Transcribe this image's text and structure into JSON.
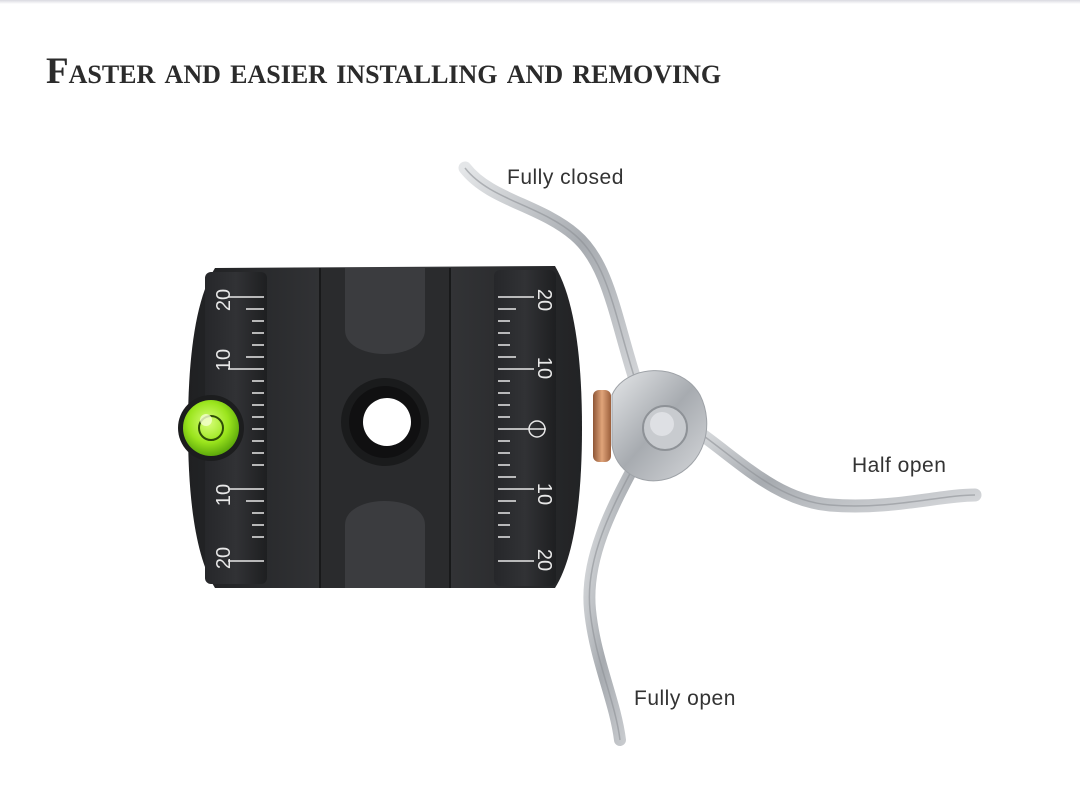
{
  "headline": "Faster and easier installing and removing",
  "scale_left": {
    "top": "20",
    "upper": "10",
    "lower": "10",
    "bottom": "20"
  },
  "scale_right": {
    "top": "20",
    "upper": "10",
    "lower": "10",
    "bottom": "20"
  },
  "callouts": {
    "fully_closed": "Fully closed",
    "half_open": "Half open",
    "fully_open": "Fully open"
  },
  "colors": {
    "clamp_body": "#2e2f31",
    "lever_metal": "#b9bcc0",
    "bubble_level": "#9be51d",
    "copper_washer": "#c98a5e"
  }
}
